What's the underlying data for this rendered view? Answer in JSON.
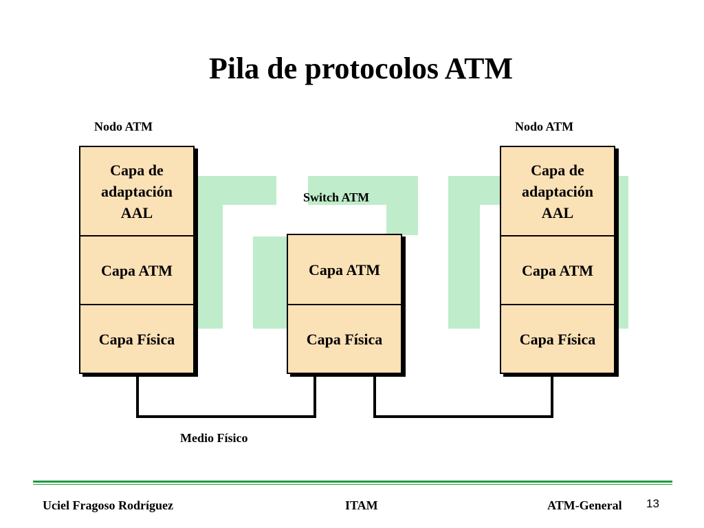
{
  "title": "Pila de protocolos ATM",
  "nodes": {
    "left_label": "Nodo ATM",
    "right_label": "Nodo ATM",
    "switch_label": "Switch ATM"
  },
  "layers": {
    "aal": [
      "Capa de",
      "adaptación",
      "AAL"
    ],
    "atm": "Capa ATM",
    "fisica": "Capa Física"
  },
  "medium_label": "Medio Físico",
  "footer": {
    "author": "Uciel Fragoso Rodríguez",
    "institution": "ITAM",
    "topic": "ATM-General",
    "page_number": "13"
  },
  "colors": {
    "layer_fill": "#fbe1b6",
    "flow_green": "#bfecca",
    "footer_line": "#1e9b3c"
  }
}
